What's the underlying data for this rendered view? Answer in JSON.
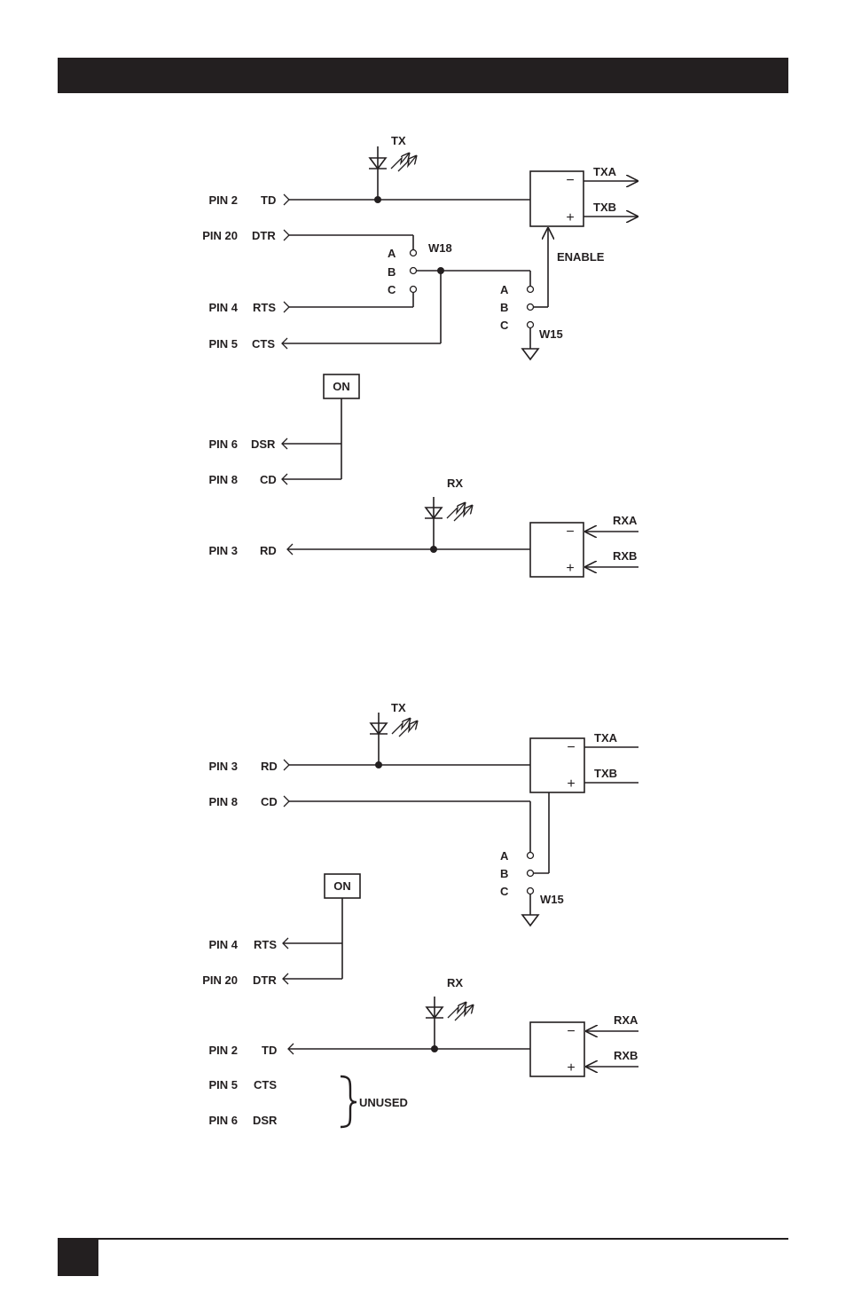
{
  "diagram_top": {
    "pins": [
      {
        "pin": "PIN 2",
        "signal": "TD"
      },
      {
        "pin": "PIN 20",
        "signal": "DTR"
      },
      {
        "pin": "PIN 4",
        "signal": "RTS"
      },
      {
        "pin": "PIN 5",
        "signal": "CTS"
      },
      {
        "pin": "PIN 6",
        "signal": "DSR"
      },
      {
        "pin": "PIN 8",
        "signal": "CD"
      },
      {
        "pin": "PIN 3",
        "signal": "RD"
      }
    ],
    "tx_led": "TX",
    "rx_led": "RX",
    "on_box": "ON",
    "jumper_w18": {
      "name": "W18",
      "positions": [
        "A",
        "B",
        "C"
      ]
    },
    "jumper_w15": {
      "name": "W15",
      "positions": [
        "A",
        "B",
        "C"
      ]
    },
    "enable": "ENABLE",
    "driver": {
      "minus": "−",
      "plus": "+",
      "out_a": "TXA",
      "out_b": "TXB"
    },
    "receiver": {
      "minus": "−",
      "plus": "+",
      "in_a": "RXA",
      "in_b": "RXB"
    }
  },
  "diagram_bottom": {
    "pins": [
      {
        "pin": "PIN 3",
        "signal": "RD"
      },
      {
        "pin": "PIN 8",
        "signal": "CD"
      },
      {
        "pin": "PIN 4",
        "signal": "RTS"
      },
      {
        "pin": "PIN 20",
        "signal": "DTR"
      },
      {
        "pin": "PIN 2",
        "signal": "TD"
      },
      {
        "pin": "PIN 5",
        "signal": "CTS"
      },
      {
        "pin": "PIN 6",
        "signal": "DSR"
      }
    ],
    "tx_led": "TX",
    "rx_led": "RX",
    "on_box": "ON",
    "jumper_w15": {
      "name": "W15",
      "positions": [
        "A",
        "B",
        "C"
      ]
    },
    "unused": "UNUSED",
    "driver": {
      "minus": "−",
      "plus": "+",
      "out_a": "TXA",
      "out_b": "TXB"
    },
    "receiver": {
      "minus": "−",
      "plus": "+",
      "in_a": "RXA",
      "in_b": "RXB"
    }
  }
}
